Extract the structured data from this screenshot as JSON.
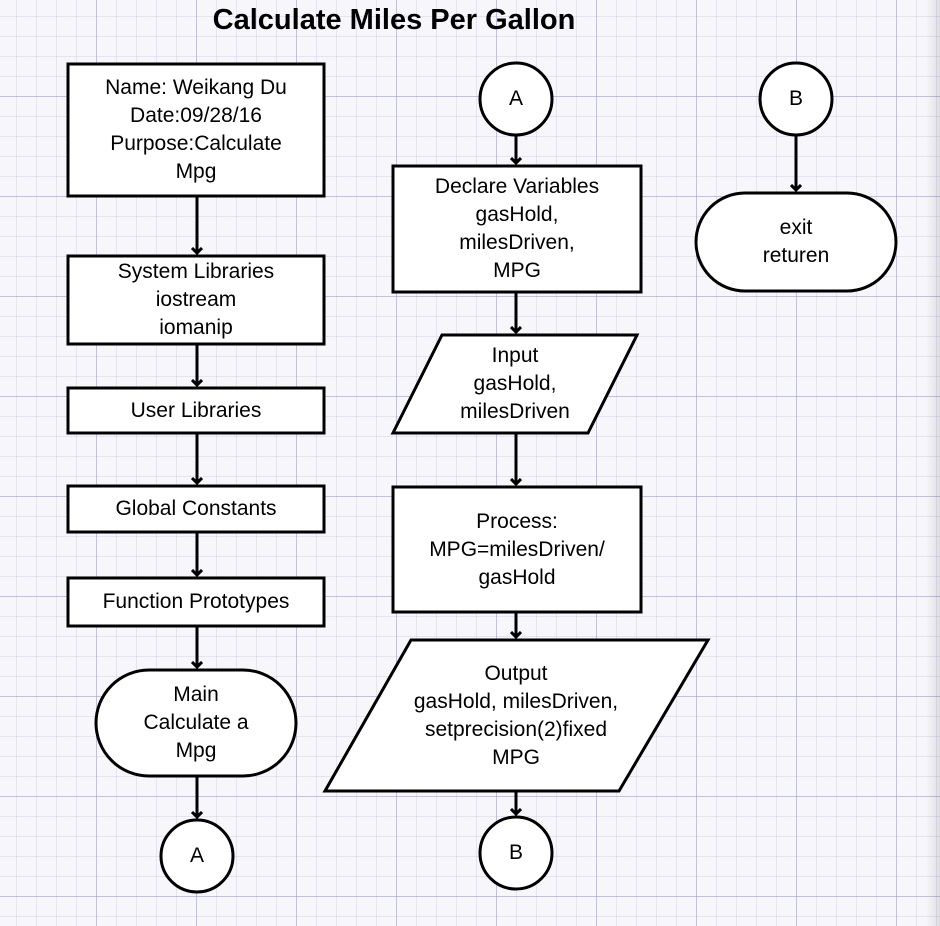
{
  "title": "Calculate Miles Per Gallon",
  "nodes": {
    "header_box": [
      "Name: Weikang Du",
      "Date:09/28/16",
      "Purpose:Calculate",
      "Mpg"
    ],
    "system_libraries": [
      "System Libraries",
      "iostream",
      "iomanip"
    ],
    "user_libraries": [
      "User Libraries"
    ],
    "global_constants": [
      "Global Constants"
    ],
    "function_prototypes": [
      "Function Prototypes"
    ],
    "main": [
      "Main",
      "Calculate a",
      "Mpg"
    ],
    "connector_a_bottom": [
      "A"
    ],
    "connector_a_top": [
      "A"
    ],
    "declare_variables": [
      "Declare Variables",
      "gasHold,",
      "milesDriven,",
      "MPG"
    ],
    "input": [
      "Input",
      "gasHold,",
      "milesDriven"
    ],
    "process": [
      "Process:",
      "MPG=milesDriven/",
      "gasHold"
    ],
    "output": [
      "Output",
      "gasHold, milesDriven,",
      "setprecision(2)fixed",
      "MPG"
    ],
    "connector_b_bottom": [
      "B"
    ],
    "connector_b_top": [
      "B"
    ],
    "exit": [
      "exit",
      "returen"
    ]
  }
}
